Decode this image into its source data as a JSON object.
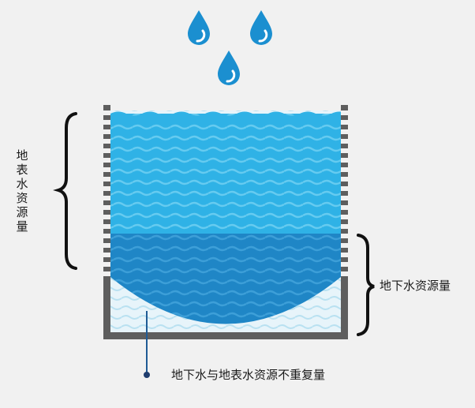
{
  "labels": {
    "surface_water": "地表水资源量",
    "groundwater": "地下水资源量",
    "overlap": "地下水与地表水资源不重复量"
  },
  "colors": {
    "background": "#f1f1f1",
    "surface_water": "#2fb2e6",
    "surface_wave_line": "#66cbf0",
    "groundwater": "#1f86c6",
    "groundwater_wave_line": "#3d9fd8",
    "overlap_area": "#e7f4fa",
    "overlap_wave": "#b9e1f1",
    "tank": "#5e5e5e",
    "drop": "#1b8fd0",
    "drop_highlight": "#ffffff"
  },
  "icons": {
    "drops": [
      "water-drop-icon",
      "water-drop-icon",
      "water-drop-icon"
    ]
  }
}
